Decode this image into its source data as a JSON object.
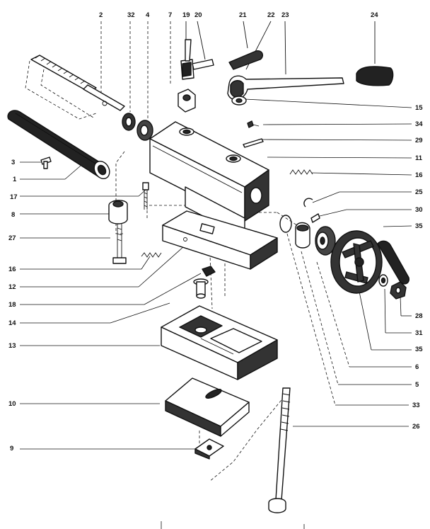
{
  "callouts": {
    "p2": "2",
    "p32": "32",
    "p4": "4",
    "p7": "7",
    "p19": "19",
    "p20": "20",
    "p21": "21",
    "p22": "22",
    "p23": "23",
    "p24": "24",
    "p15": "15",
    "p34": "34",
    "p29": "29",
    "p11": "11",
    "p16r": "16",
    "p25": "25",
    "p30": "30",
    "p35a": "35",
    "p3": "3",
    "p1": "1",
    "p17": "17",
    "p8": "8",
    "p27": "27",
    "p16l": "16",
    "p12": "12",
    "p18": "18",
    "p14": "14",
    "p13": "13",
    "p10": "10",
    "p9": "9",
    "p28": "28",
    "p31": "31",
    "p35b": "35",
    "p6": "6",
    "p5": "5",
    "p33": "33",
    "p26": "26"
  }
}
